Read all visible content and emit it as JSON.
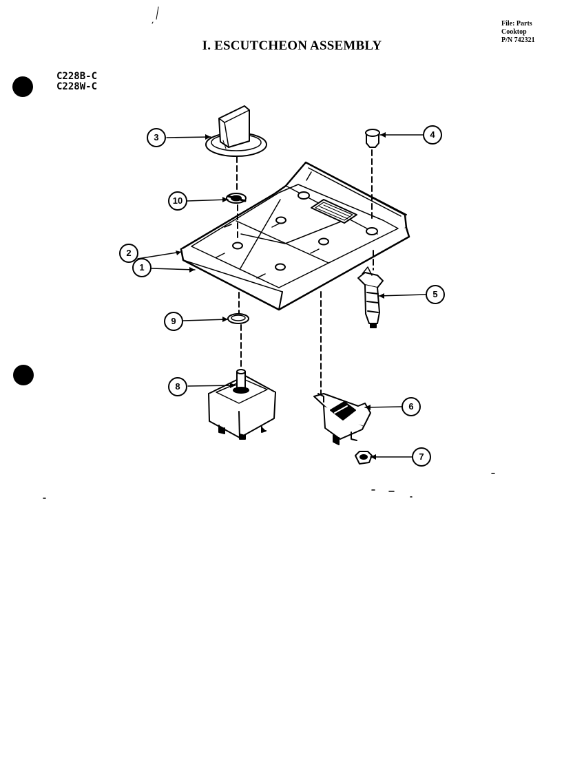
{
  "header": {
    "title": "I. ESCUTCHEON ASSEMBLY",
    "file_lines": [
      "File: Parts",
      "Cooktop",
      "P/N 742321"
    ]
  },
  "models": [
    "C228B-C",
    "C228W-C"
  ],
  "callouts": {
    "c1": "1",
    "c2": "2",
    "c3": "3",
    "c4": "4",
    "c5": "5",
    "c6": "6",
    "c7": "7",
    "c8": "8",
    "c9": "9",
    "c10": "10"
  }
}
